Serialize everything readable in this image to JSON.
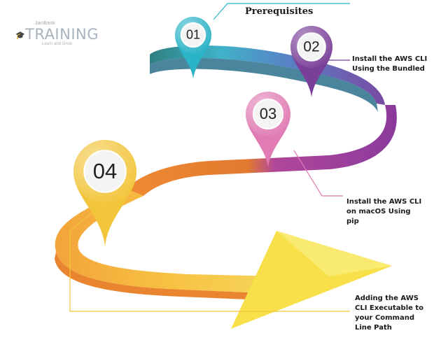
{
  "brand": {
    "top": "JanBask",
    "name": "TRAINING",
    "tagline": "Learn and Grow"
  },
  "steps": [
    {
      "number": "01",
      "label": "Prerequisites",
      "color": "#2bb3c7"
    },
    {
      "number": "02",
      "label": "Install the AWS CLI\nUsing the Bundled",
      "color": "#7a3f98"
    },
    {
      "number": "03",
      "label": "Install the AWS CLI\non macOS Using\npip",
      "color": "#e07bb4"
    },
    {
      "number": "04",
      "label": "Adding the AWS\nCLI Executable to\nyour Command\nLine Path",
      "color": "#f2c53a"
    }
  ],
  "road_colors": {
    "teal": "#3aaec0",
    "blue": "#5b7fc4",
    "purple": "#7d3f9c",
    "magenta": "#a04a9e",
    "orange": "#ee7a2c",
    "yellow": "#f6c23e"
  }
}
